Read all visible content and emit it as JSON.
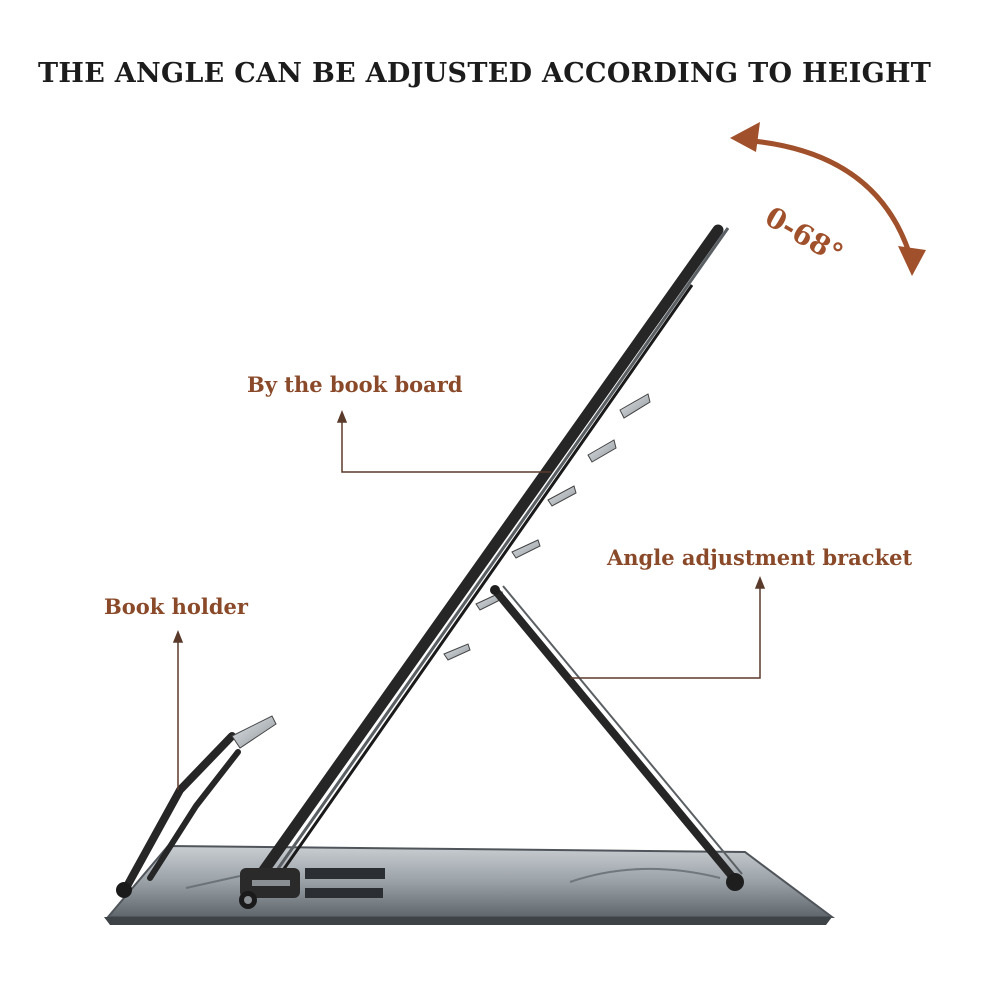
{
  "headline": "THE ANGLE CAN BE ADJUSTED ACCORDING TO HEIGHT",
  "angle_range": "0-68°",
  "callouts": {
    "book_board": "By the book board",
    "angle_bracket": "Angle adjustment bracket",
    "book_holder": "Book holder"
  },
  "colors": {
    "accent": "#a0502a",
    "text": "#1c1c1c",
    "frame": "#262626",
    "base": "#8e959b"
  }
}
